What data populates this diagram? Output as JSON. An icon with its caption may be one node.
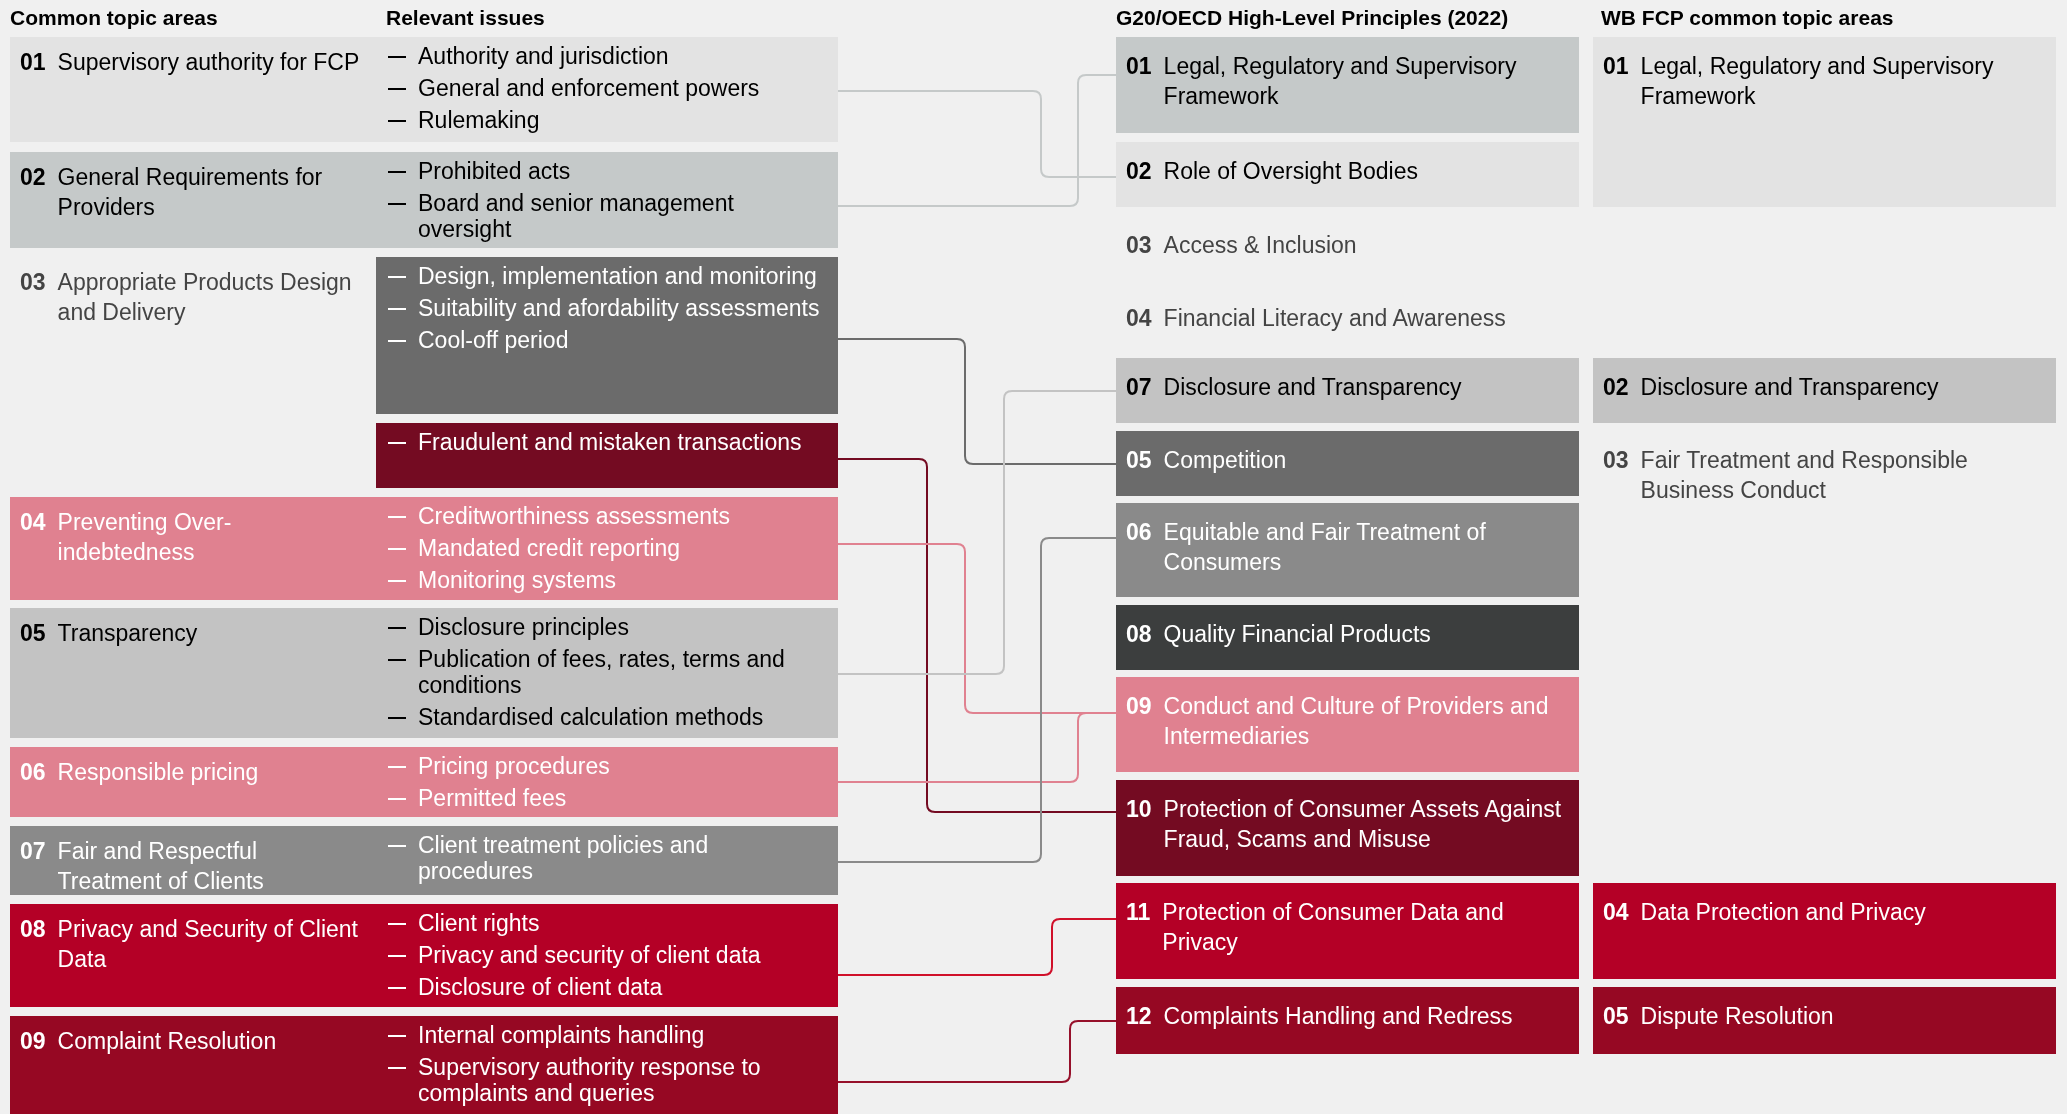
{
  "diagram": {
    "nodes": [
      {
        "text": [
          "01",
          "Supervisory authority for FCP"
        ]
      },
      {
        "text": [
          "Authority and jurisdiction",
          "General and enforcement powers",
          "Rulemaking"
        ]
      },
      {
        "text": [
          "02",
          "General Requirements for Providers"
        ]
      },
      {
        "text": [
          "Prohibited acts",
          "Board and senior management oversight"
        ]
      },
      {
        "text": [
          "03",
          "Appropriate Products Design and Delivery"
        ]
      },
      {
        "text": [
          "Design, implementation and monitoring",
          "Suitability and afordability assessments",
          "Cool-off period"
        ]
      },
      {
        "text": [
          "Fraudulent and mistaken transactions"
        ]
      },
      {
        "text": [
          "04",
          "Preventing Over-indebtedness"
        ]
      },
      {
        "text": [
          "Creditworthiness assessments",
          "Mandated credit reporting",
          "Monitoring systems"
        ]
      },
      {
        "text": [
          "05",
          "Transparency"
        ]
      },
      {
        "text": [
          "Disclosure principles",
          "Publication of fees, rates, terms and conditions",
          "Standardised calculation methods"
        ]
      },
      {
        "text": [
          "06",
          "Responsible pricing"
        ]
      },
      {
        "text": [
          "Pricing procedures",
          "Permitted fees"
        ]
      },
      {
        "text": [
          "07",
          "Fair and Respectful Treatment of Clients"
        ]
      },
      {
        "text": [
          "Client treatment policies and procedures"
        ]
      },
      {
        "text": [
          "08",
          "Privacy and Security of Client Data"
        ]
      },
      {
        "text": [
          "Client rights",
          "Privacy and security of client data",
          "Disclosure of client data"
        ]
      },
      {
        "text": [
          "09",
          "Complaint Resolution"
        ]
      },
      {
        "text": [
          "Internal complaints handling",
          "Supervisory authority response to complaints and queries"
        ]
      },
      {
        "text": [
          "01",
          "Legal, Regulatory and Supervisory Framework"
        ]
      },
      {
        "text": [
          "02",
          "Role of Oversight Bodies"
        ]
      },
      {
        "text": [
          "03",
          "Access & Inclusion"
        ]
      },
      {
        "text": [
          "04",
          "Financial Literacy and Awareness"
        ]
      },
      {
        "text": [
          "07",
          "Disclosure and Transparency"
        ]
      },
      {
        "text": [
          "05",
          "Competition"
        ]
      },
      {
        "text": [
          "06",
          "Equitable and Fair Treatment of Consumers"
        ]
      },
      {
        "text": [
          "08",
          "Quality Financial Products"
        ]
      },
      {
        "text": [
          "09",
          "Conduct and Culture of Providers and Intermediaries"
        ]
      },
      {
        "text": [
          "10",
          "Protection of Consumer Assets Against Fraud, Scams and Misuse"
        ]
      },
      {
        "text": [
          "11",
          "Protection of Consumer Data and Privacy"
        ]
      },
      {
        "text": [
          "12",
          "Complaints Handling and Redress"
        ]
      },
      {
        "text": [
          "01",
          "Legal, Regulatory and Supervisory Framework"
        ]
      },
      {
        "text": [
          "02",
          "Disclosure and Transparency"
        ]
      },
      {
        "text": [
          "03",
          "Fair Treatment and Responsible Business Conduct"
        ]
      },
      {
        "text": [
          "04",
          "Data Protection and Privacy"
        ]
      },
      {
        "text": [
          "05",
          "Dispute Resolution"
        ]
      }
    ],
    "edges": [
      {
        "from": 1,
        "to": 20,
        "arrow": "none",
        "color": "#c5c9c9"
      },
      {
        "from": 3,
        "to": 19,
        "arrow": "none",
        "color": "#c5c9c9"
      },
      {
        "from": 5,
        "to": 24,
        "arrow": "none",
        "color": "#6b6b6b"
      },
      {
        "from": 6,
        "to": 28,
        "arrow": "none",
        "color": "#740b22"
      },
      {
        "from": 8,
        "to": 27,
        "arrow": "none",
        "color": "#e08190"
      },
      {
        "from": 10,
        "to": 23,
        "arrow": "none",
        "color": "#c3c3c3"
      },
      {
        "from": 12,
        "to": 27,
        "arrow": "none",
        "color": "#e08190"
      },
      {
        "from": 14,
        "to": 25,
        "arrow": "none",
        "color": "#8a8a8a"
      },
      {
        "from": 16,
        "to": 29,
        "arrow": "none",
        "color": "#d0102a"
      },
      {
        "from": 18,
        "to": 30,
        "arrow": "none",
        "color": "#96102a"
      }
    ],
    "labels": [
      "Common topic areas",
      "Relevant issues",
      "G20/OECD High-Level Principles (2022)",
      "WB FCP common topic areas"
    ]
  }
}
